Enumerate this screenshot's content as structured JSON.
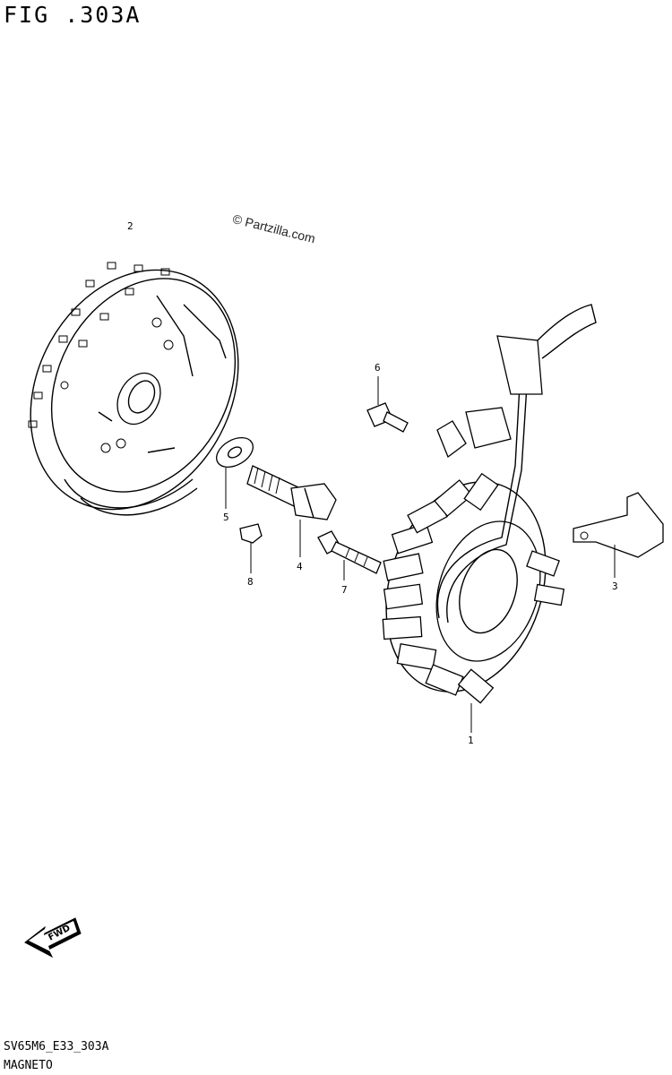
{
  "figure": {
    "title": "FIG .303A",
    "watermark": "© Partzilla.com",
    "code": "SV65M6_E33_303A",
    "name": "MAGNETO"
  },
  "parts": [
    {
      "ref": "1",
      "name": "stator"
    },
    {
      "ref": "2",
      "name": "rotor"
    },
    {
      "ref": "3",
      "name": "bracket"
    },
    {
      "ref": "4",
      "name": "bolt"
    },
    {
      "ref": "5",
      "name": "washer"
    },
    {
      "ref": "6",
      "name": "screw"
    },
    {
      "ref": "7",
      "name": "bolt"
    },
    {
      "ref": "8",
      "name": "key"
    }
  ],
  "direction_badge": {
    "label": "FWD"
  }
}
